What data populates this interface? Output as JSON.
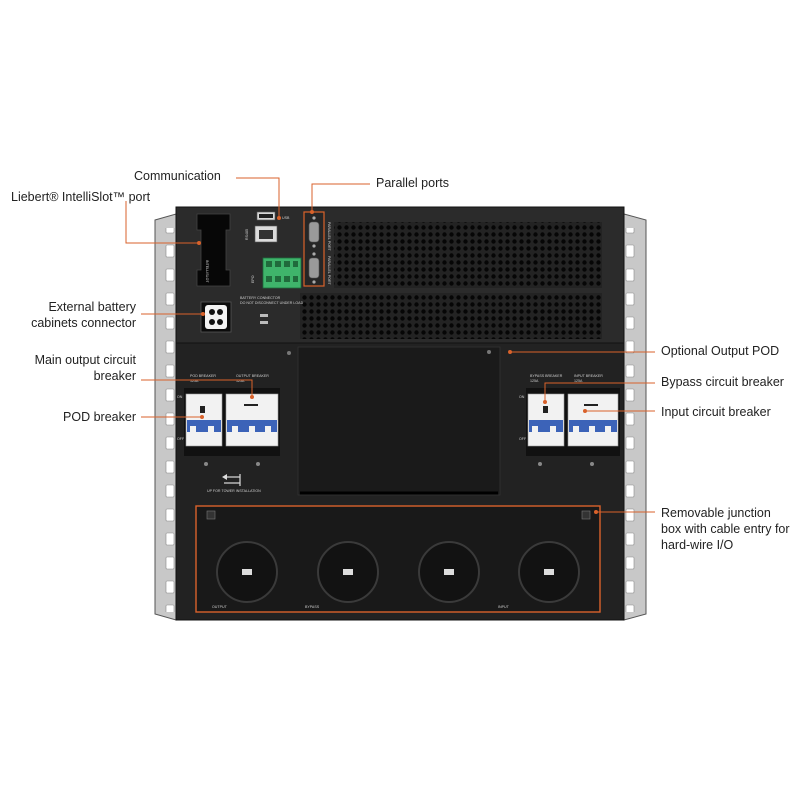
{
  "callouts": {
    "communication": "Communication",
    "intellislot": "Liebert® IntelliSlot™ port",
    "parallel_ports": "Parallel ports",
    "ext_battery_line1": "External battery",
    "ext_battery_line2": "cabinets connector",
    "main_output_line1": "Main output circuit",
    "main_output_line2": "breaker",
    "pod_breaker": "POD  breaker",
    "optional_output_pod": "Optional Output POD",
    "bypass_breaker": "Bypass circuit breaker",
    "input_breaker": "Input circuit breaker",
    "junction_line1": "Removable junction",
    "junction_line2": "box with cable entry for",
    "junction_line3": "hard-wire I/O"
  },
  "device_labels": {
    "intellislot": "INTELLISLOT",
    "usb": "USB",
    "rs485": "RS485",
    "epo": "EPO",
    "parallel_port_1": "PARALLEL PORT",
    "parallel_port_2": "PARALLEL PORT",
    "battery_connector_line1": "BATTERY CONNECTOR",
    "battery_connector_line2": "DO NOT DISCONNECT UNDER LOAD",
    "pod_breaker": "POD BREAKER",
    "pod_breaker_rating": "125A",
    "output_breaker": "OUTPUT BREAKER",
    "output_breaker_rating": "125A",
    "bypass_breaker": "BYPASS BREAKER",
    "bypass_breaker_rating": "125A",
    "input_breaker": "INPUT BREAKER",
    "input_breaker_rating": "125A",
    "on_left": "ON",
    "off_left": "OFF",
    "on_right": "ON",
    "off_right": "OFF",
    "tower_install": "UP FOR TOWER INSTALLATION",
    "output": "OUTPUT",
    "bypass": "BYPASS",
    "input": "INPUT"
  },
  "colors": {
    "leader": "#d9622b",
    "chassis": "#2a2a2a",
    "panel": "#1b1b1b",
    "rail": "#bdbdbd",
    "breaker_blue": "#3c63b8",
    "terminal_green": "#3fb46b"
  }
}
